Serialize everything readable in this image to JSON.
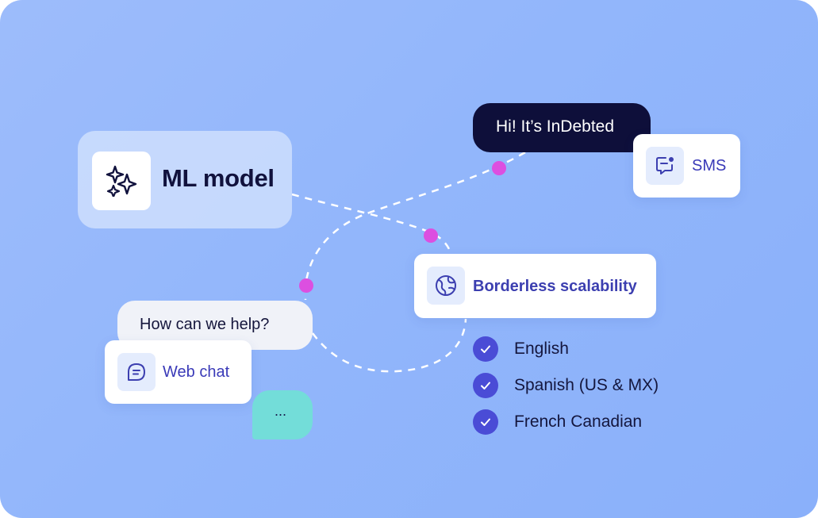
{
  "colors": {
    "background": "#92b6fb",
    "dot": "#dc4fe0",
    "accent": "#4a4cd6",
    "dark_bubble": "#0e0f3a",
    "typing_bubble": "#73ddd9"
  },
  "ml_model": {
    "label": "ML model",
    "icon": "sparkles-icon"
  },
  "sms_bubble": {
    "text": "Hi! It’s InDebted"
  },
  "sms": {
    "label": "SMS",
    "icon": "message-alert-icon"
  },
  "borderless": {
    "label": "Borderless scalability",
    "icon": "globe-icon"
  },
  "web_chat_bubble": {
    "text": "How can we help?"
  },
  "web_chat": {
    "label": "Web chat",
    "icon": "chat-bubble-icon"
  },
  "typing_bubble": {
    "text": "..."
  },
  "languages": [
    {
      "label": "English",
      "icon": "check-icon"
    },
    {
      "label": "Spanish (US & MX)",
      "icon": "check-icon"
    },
    {
      "label": "French Canadian",
      "icon": "check-icon"
    }
  ]
}
